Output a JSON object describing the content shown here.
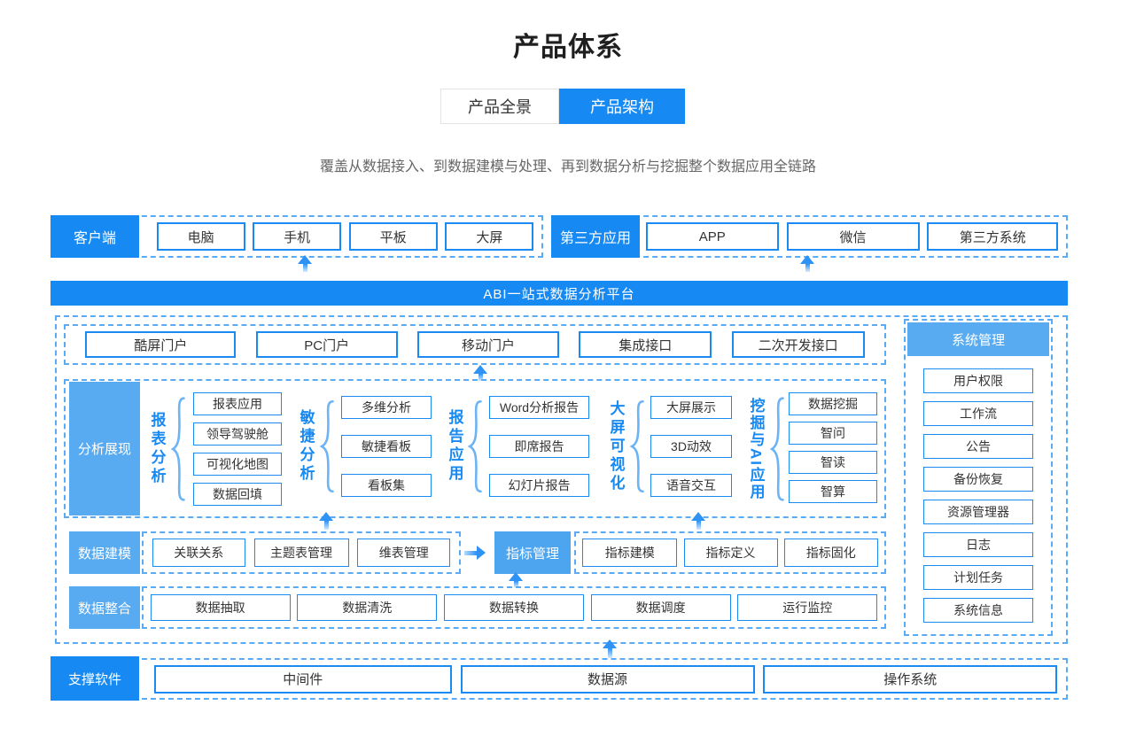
{
  "page": {
    "title": "产品体系",
    "tabs": [
      {
        "label": "产品全景",
        "active": false
      },
      {
        "label": "产品架构",
        "active": true
      }
    ],
    "subtitle": "覆盖从数据接入、到数据建模与处理、再到数据分析与挖掘整个数据应用全链路"
  },
  "colors": {
    "primary_blue": "#1789f2",
    "light_blue": "#58abf0",
    "indicator_blue": "#4da5f0",
    "dash_blue": "#5aabf3",
    "box_border": "#1b8af2",
    "text_dark": "#333333",
    "text_gray": "#666666"
  },
  "client": {
    "label": "客户端",
    "items": [
      "电脑",
      "手机",
      "平板",
      "大屏"
    ]
  },
  "thirdparty": {
    "label": "第三方应用",
    "items": [
      "APP",
      "微信",
      "第三方系统"
    ]
  },
  "platform": {
    "banner": "ABI一站式数据分析平台"
  },
  "portals": {
    "items": [
      "酷屏门户",
      "PC门户",
      "移动门户",
      "集成接口",
      "二次开发接口"
    ]
  },
  "analysis": {
    "label": "分析展现",
    "groups": [
      {
        "name": "报表分析",
        "items": [
          "报表应用",
          "领导驾驶舱",
          "可视化地图",
          "数据回填"
        ]
      },
      {
        "name": "敏捷分析",
        "items": [
          "多维分析",
          "敏捷看板",
          "看板集"
        ]
      },
      {
        "name": "报告应用",
        "items": [
          "Word分析报告",
          "即席报告",
          "幻灯片报告"
        ]
      },
      {
        "name": "大屏可视化",
        "items": [
          "大屏展示",
          "3D动效",
          "语音交互"
        ]
      },
      {
        "name": "挖掘与AI应用",
        "items": [
          "数据挖掘",
          "智问",
          "智读",
          "智算"
        ]
      }
    ]
  },
  "modeling": {
    "label": "数据建模",
    "items": [
      "关联关系",
      "主题表管理",
      "维表管理"
    ],
    "indicator": {
      "label": "指标管理",
      "items": [
        "指标建模",
        "指标定义",
        "指标固化"
      ]
    }
  },
  "integration": {
    "label": "数据整合",
    "items": [
      "数据抽取",
      "数据清洗",
      "数据转换",
      "数据调度",
      "运行监控"
    ]
  },
  "system": {
    "header": "系统管理",
    "items": [
      "用户权限",
      "工作流",
      "公告",
      "备份恢复",
      "资源管理器",
      "日志",
      "计划任务",
      "系统信息"
    ]
  },
  "support": {
    "label": "支撑软件",
    "items": [
      "中间件",
      "数据源",
      "操作系统"
    ]
  }
}
